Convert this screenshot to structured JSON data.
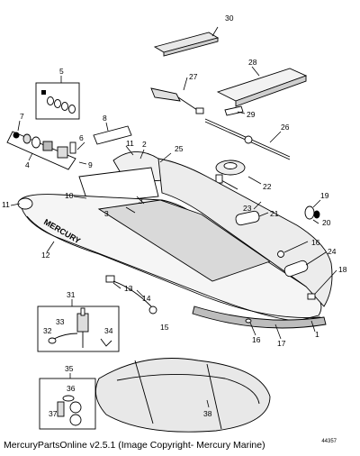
{
  "diagram": {
    "brand_text": "MERCURY",
    "drawing_code": "44357",
    "callouts": {
      "c1": "1",
      "c2": "2",
      "c3a": "3",
      "c3b": "3",
      "c4": "4",
      "c5": "5",
      "c6": "6",
      "c7": "7",
      "c8": "8",
      "c9": "9",
      "c10": "10",
      "c11a": "11",
      "c11b": "11",
      "c12": "12",
      "c13": "13",
      "c14": "14",
      "c15": "15",
      "c16a": "16",
      "c16b": "16",
      "c17": "17",
      "c18": "18",
      "c19": "19",
      "c20": "20",
      "c21": "21",
      "c22": "22",
      "c23": "23",
      "c24": "24",
      "c25": "25",
      "c26": "26",
      "c27": "27",
      "c28": "28",
      "c29": "29",
      "c30": "30",
      "c31": "31",
      "c32": "32",
      "c33": "33",
      "c34": "34",
      "c35": "35",
      "c36": "36",
      "c37": "37",
      "c38": "38"
    }
  },
  "footer": {
    "text": "MercuryPartsOnline v2.5.1 (Image Copyright- Mercury Marine)"
  }
}
